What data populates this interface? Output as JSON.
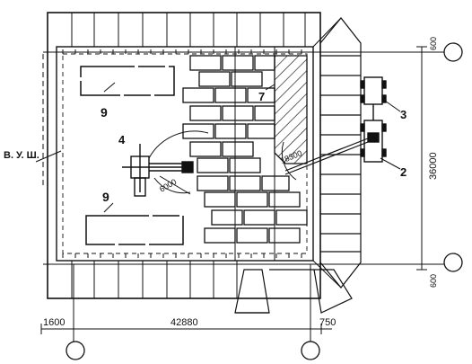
{
  "labels": {
    "zone": "В. У. Ш.",
    "storage_top": "9",
    "storage_bottom": "9",
    "crane": "4",
    "truck_upper": "3",
    "truck_lower": "2",
    "masonry": "7"
  },
  "dimensions": {
    "left_offset": "1600",
    "length": "42880",
    "right_offset": "750",
    "width": "36000",
    "top_offset": "600",
    "bottom_offset": "600",
    "crane_radius": "6000",
    "boom_reach": "18300"
  }
}
